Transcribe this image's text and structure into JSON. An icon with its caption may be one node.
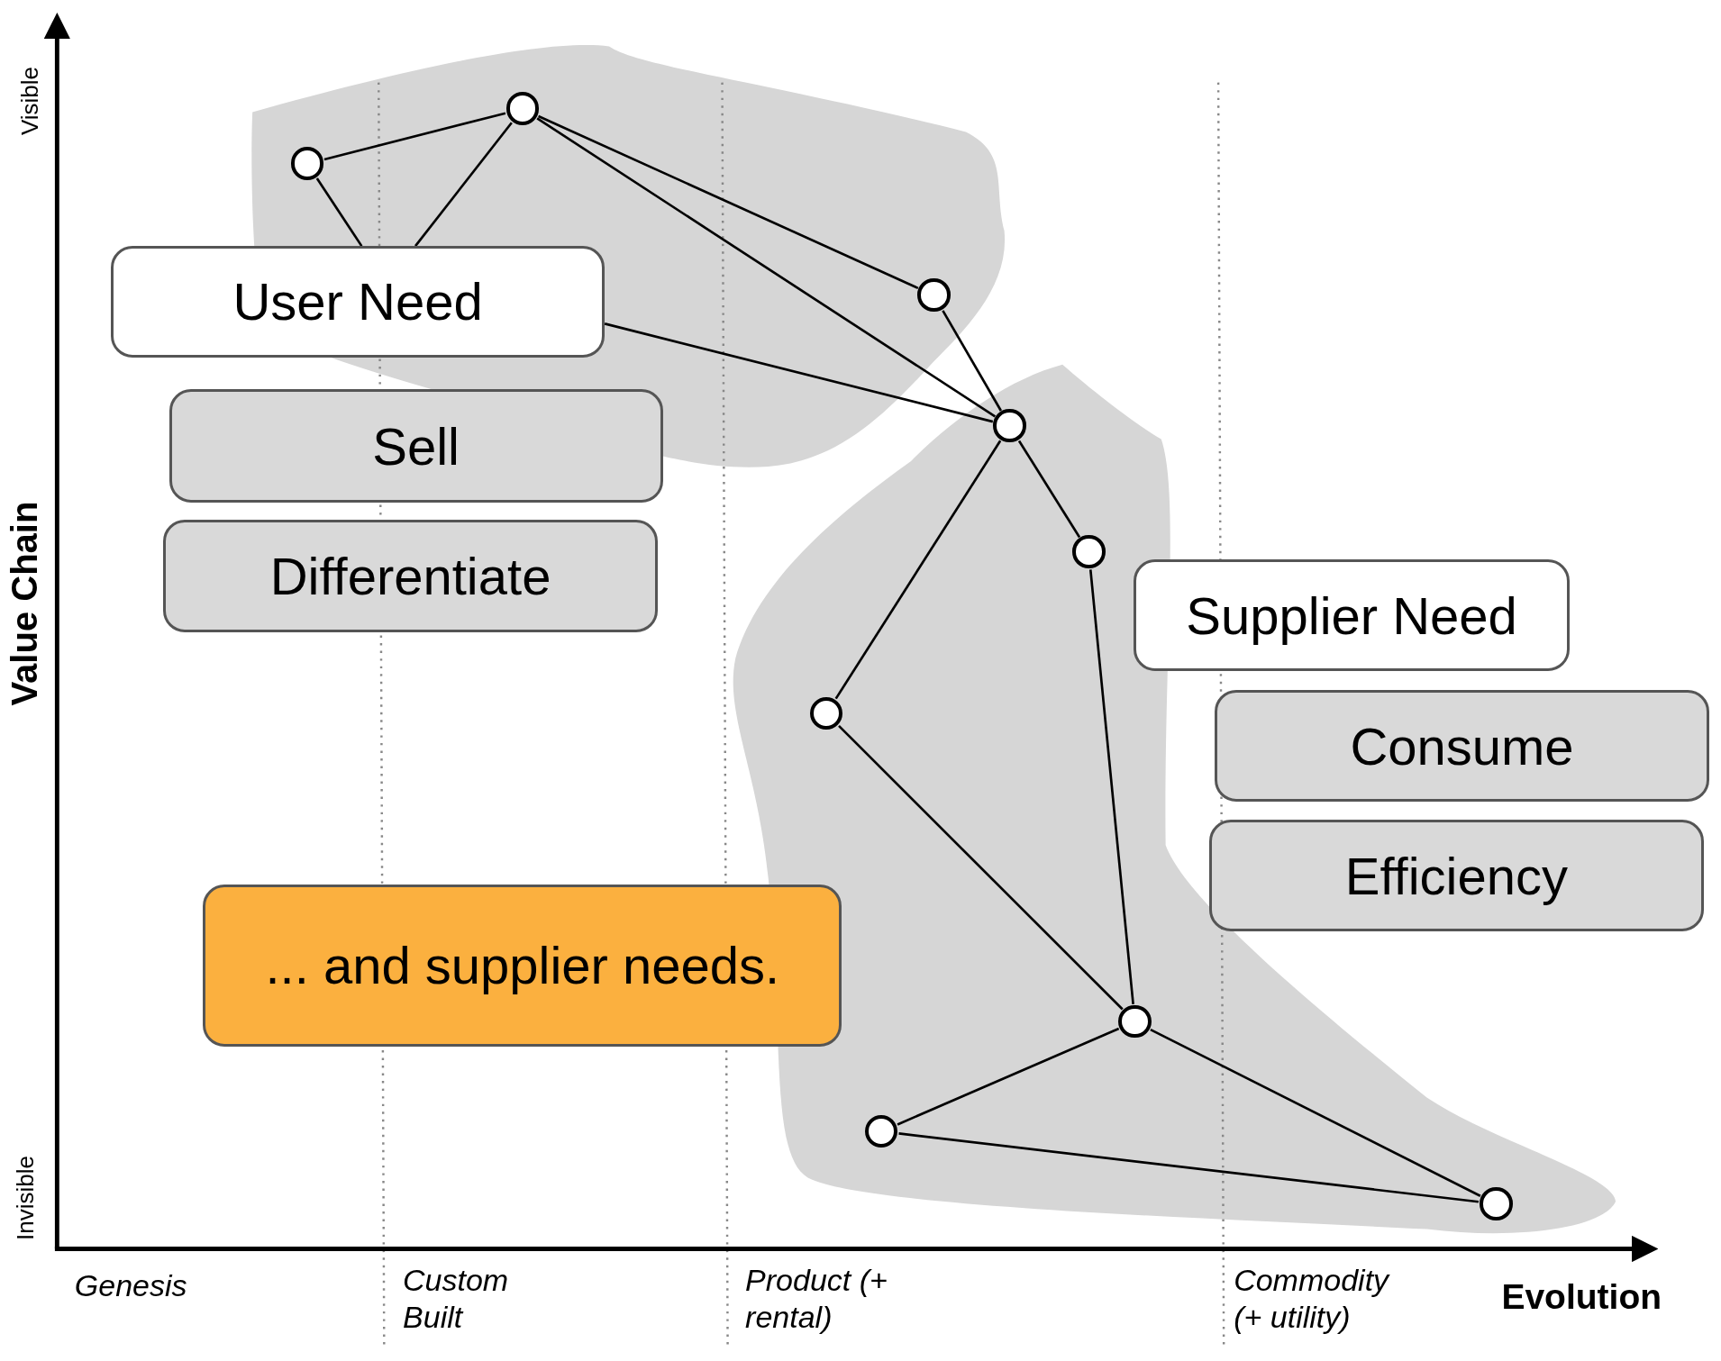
{
  "diagram": {
    "nodes": [
      {
        "text": [],
        "shape": "circle"
      },
      {
        "text": [],
        "shape": "circle"
      },
      {
        "text": [
          "User Need"
        ]
      },
      {
        "text": [],
        "shape": "circle"
      },
      {
        "text": [
          "Sell"
        ]
      },
      {
        "text": [],
        "shape": "circle"
      },
      {
        "text": [
          "Differentiate"
        ]
      },
      {
        "text": [],
        "shape": "circle"
      },
      {
        "text": [
          "Supplier Need"
        ]
      },
      {
        "text": [],
        "shape": "circle"
      },
      {
        "text": [
          "Consume"
        ]
      },
      {
        "text": [
          "Efficiency"
        ]
      },
      {
        "text": [
          "... and supplier needs."
        ]
      },
      {
        "text": [],
        "shape": "circle"
      },
      {
        "text": [],
        "shape": "circle"
      },
      {
        "text": [],
        "shape": "circle"
      }
    ],
    "edges": [
      {
        "from": 0,
        "to": 1,
        "arrow": "none"
      },
      {
        "from": 0,
        "to": 2,
        "arrow": "none"
      },
      {
        "from": 1,
        "to": 2,
        "arrow": "none"
      },
      {
        "from": 1,
        "to": 3,
        "arrow": "none"
      },
      {
        "from": 1,
        "to": 5,
        "arrow": "none"
      },
      {
        "from": 3,
        "to": 5,
        "arrow": "none"
      },
      {
        "from": 2,
        "to": 5,
        "arrow": "none"
      },
      {
        "from": 5,
        "to": 7,
        "arrow": "none"
      },
      {
        "from": 5,
        "to": 9,
        "arrow": "none"
      },
      {
        "from": 7,
        "to": 13,
        "arrow": "none"
      },
      {
        "from": 9,
        "to": 13,
        "arrow": "none"
      },
      {
        "from": 13,
        "to": 14,
        "arrow": "none"
      },
      {
        "from": 13,
        "to": 15,
        "arrow": "none"
      },
      {
        "from": 14,
        "to": 15,
        "arrow": "none"
      }
    ],
    "labels": [
      "Visible",
      "Value Chain",
      "Invisible",
      "Genesis",
      "Custom Built",
      "Product (+ rental)",
      "Commodity (+ utility)",
      "Evolution"
    ]
  }
}
